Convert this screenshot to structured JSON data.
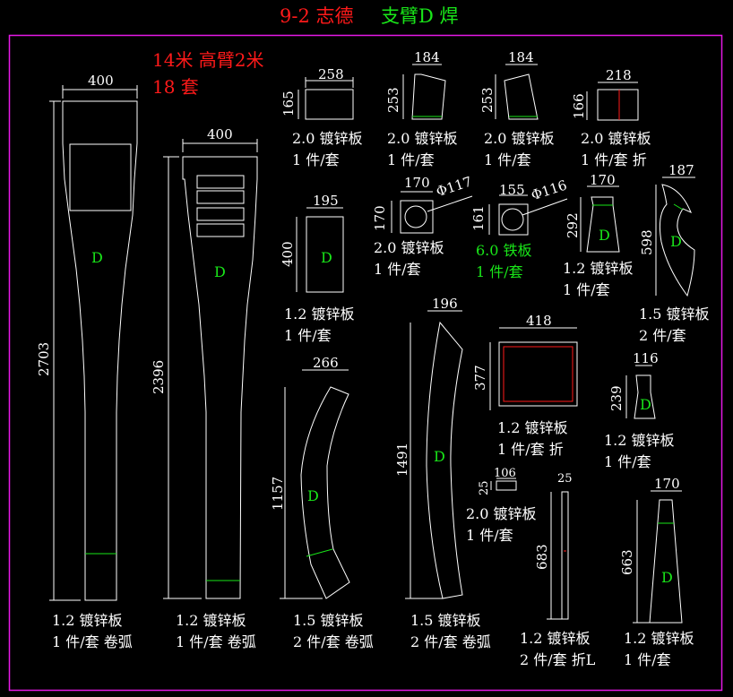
{
  "title": {
    "prefix": "9-2 志德",
    "suffix": "支臂D 焊"
  },
  "header": {
    "line1": "14米 高臂2米",
    "line2": "18 套"
  },
  "colors": {
    "border": "#e619e6",
    "red": "#ff1a1a",
    "green": "#19e619",
    "white": "#ffffff",
    "background": "#000000"
  },
  "marker": "D",
  "parts": [
    {
      "id": "p1",
      "width": "400",
      "height": "2703",
      "material": "1.2 镀锌板",
      "qty": "1 件/套 卷弧"
    },
    {
      "id": "p2",
      "width": "400",
      "height": "2396",
      "material": "1.2 镀锌板",
      "qty": "1 件/套 卷弧"
    },
    {
      "id": "p3",
      "width": "258",
      "height": "165",
      "material": "2.0 镀锌板",
      "qty": "1 件/套"
    },
    {
      "id": "p4",
      "width": "184",
      "height": "253",
      "material": "2.0 镀锌板",
      "qty": "1 件/套"
    },
    {
      "id": "p5",
      "width": "184",
      "height": "253",
      "material": "2.0 镀锌板",
      "qty": "1 件/套"
    },
    {
      "id": "p6",
      "width": "218",
      "height": "166",
      "material": "2.0 镀锌板",
      "qty": "1 件/套 折"
    },
    {
      "id": "p7",
      "width": "195",
      "height": "400",
      "material": "1.2 镀锌板",
      "qty": "1 件/套"
    },
    {
      "id": "p8",
      "width": "170",
      "height": "170",
      "hole": "Φ117",
      "material": "2.0 镀锌板",
      "qty": "1 件/套"
    },
    {
      "id": "p9",
      "width": "155",
      "height": "161",
      "hole": "Φ116",
      "material": "6.0 铁板",
      "qty": "1 件/套"
    },
    {
      "id": "p10",
      "width": "170",
      "height": "292",
      "material": "1.2 镀锌板",
      "qty": "1 件/套"
    },
    {
      "id": "p11",
      "width": "187",
      "height": "598",
      "material": "1.5 镀锌板",
      "qty": "2 件/套"
    },
    {
      "id": "p12",
      "width": "266",
      "height": "1157",
      "material": "1.5 镀锌板",
      "qty": "2 件/套 卷弧"
    },
    {
      "id": "p13",
      "width": "196",
      "height": "1491",
      "material": "1.5 镀锌板",
      "qty": "2 件/套 卷弧"
    },
    {
      "id": "p14",
      "width": "418",
      "height": "377",
      "material": "1.2 镀锌板",
      "qty": "1 件/套 折"
    },
    {
      "id": "p15",
      "width": "116",
      "height": "239",
      "material": "1.2 镀锌板",
      "qty": "1 件/套"
    },
    {
      "id": "p16",
      "width": "106",
      "height": "25",
      "material": "2.0 镀锌板",
      "qty": "1 件/套"
    },
    {
      "id": "p17",
      "width": "25",
      "height": "683",
      "material": "1.2 镀锌板",
      "qty": "2 件/套 折L"
    },
    {
      "id": "p18",
      "width": "170",
      "height": "663",
      "material": "1.2 镀锌板",
      "qty": "1 件/套"
    }
  ]
}
